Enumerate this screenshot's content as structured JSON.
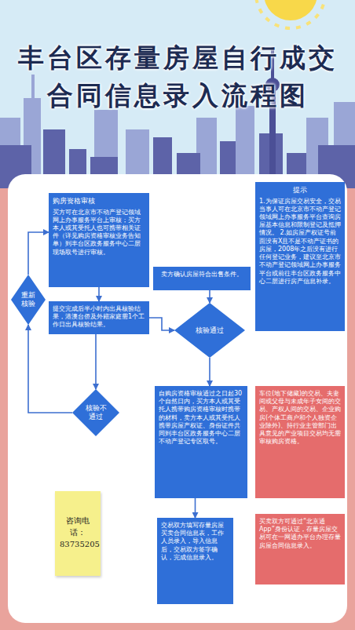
{
  "diagram": {
    "title": "丰台区存量房屋自行成交 合同信息录入流程图",
    "nodes": [
      {
        "text": [
          "购房资格审核",
          "买方可在北京市不动产登记领域网上办事服务平台上审核；买方本人或其受托人也可携带相关证件（详见购房资格审核业务告知单）到丰台区政务服务中心二层现场取号进行审核。"
        ]
      },
      {
        "text": [
          "提示",
          "1.为保证房屋交易安全，交易当事人可在北京市不动产登记领域网上办事服务平台查询房屋基本信息和限制登记及抵押情况。 2.如房屋产权证号前面没有X且不是不动产证书的房屋，2008年之后没有进行任何登记业务，建议至北京市不动产登记领域网上办事服务平台或前往丰台区政务服务中心二层进行房产信息补录。"
        ]
      },
      {
        "text": [
          "重新核验"
        ]
      },
      {
        "text": [
          "卖方确认房屋符合出售条件。"
        ]
      },
      {
        "text": [
          "提交完成后半小时内出具核验结果，港澳台侨及外籍家庭需1个工作日出具核验结果。"
        ]
      },
      {
        "text": [
          "核验通过"
        ]
      },
      {
        "text": [
          "核验不通过"
        ]
      },
      {
        "text": [
          "自购房资格审核通过之日起30个自然日内，买方本人或其受托人携带购房资格审核时携带的材料，卖方本人或其受托人携带房屋产权证、身份证件共同到丰台区政务服务中心二层不动产登记专区取号。"
        ]
      },
      {
        "text": [
          "车位(地下储藏)的交易、夫妻间或父母与未成年子女间的交易、产权人间的交易、企业购房(个体工商户和个人独资企业除外)、持行业主管部门出具意见的产业项目交易均无需审核购房资格。"
        ]
      },
      {
        "text": [
          "咨询电话：83735205"
        ]
      },
      {
        "text": [
          "交易双方填写存量房屋买卖合同信息表，工作人员录入，导入信息后，交易双方签字确认，完成信息录入。"
        ]
      },
      {
        "text": [
          "买卖双方可通过“北京通 App”身份认证，存量房屋交易可在一网通办平台办理存量房屋合同信息录入。"
        ]
      }
    ],
    "edges": [
      {
        "from": 0,
        "to": 4,
        "arrow": "to"
      },
      {
        "from": 3,
        "to": 5,
        "arrow": "to"
      },
      {
        "from": 4,
        "to": 5,
        "arrow": "to"
      },
      {
        "from": 4,
        "to": 6,
        "arrow": "to"
      },
      {
        "from": 6,
        "to": 2,
        "arrow": "to"
      },
      {
        "from": 2,
        "to": 0,
        "arrow": "to"
      },
      {
        "from": 5,
        "to": 7,
        "arrow": "to"
      },
      {
        "from": 7,
        "to": 10,
        "arrow": "to"
      }
    ]
  }
}
